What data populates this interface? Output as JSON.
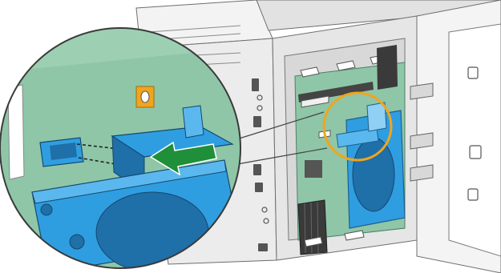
{
  "figure": {
    "description_free": true,
    "colors": {
      "board_green": "#8fc6a8",
      "board_green_dark": "#6aa789",
      "device_blue": "#2f9ee0",
      "device_blue_dark": "#1f6fa8",
      "device_blue_light": "#8fd0f4",
      "highlight_orange": "#f0a51e",
      "arrow_green": "#1f8f3a",
      "line_gray": "#5a5a5a",
      "chassis_light": "#ececec",
      "chassis_mid": "#d9d9d9",
      "panel_white": "#ffffff",
      "chip_black": "#333333"
    },
    "icons": [
      "insert-direction-arrow",
      "highlight-circle",
      "magnify-callout"
    ]
  }
}
